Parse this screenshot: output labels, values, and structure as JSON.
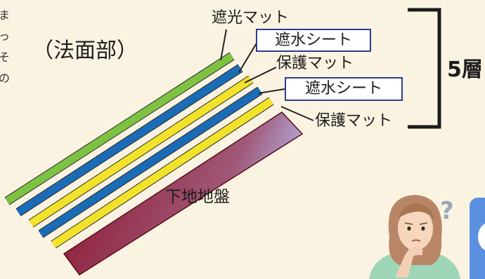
{
  "diagram": {
    "section_label": "（法面部）",
    "layer_count_label": "5層",
    "ground_label": "下地地盤",
    "edge_text": [
      "ま",
      "っ",
      "そ",
      "の"
    ],
    "layers": [
      {
        "label": "遮光マット",
        "boxed": false,
        "color": "#7dc242"
      },
      {
        "label": "遮水シート",
        "boxed": true,
        "color": "#1a6cb6"
      },
      {
        "label": "保護マット",
        "boxed": false,
        "color": "#f2e32a"
      },
      {
        "label": "遮水シート",
        "boxed": true,
        "color": "#1a6cb6"
      },
      {
        "label": "保護マット",
        "boxed": false,
        "color": "#f2e32a"
      }
    ],
    "ground_colors": [
      "#8a1028",
      "#a05878",
      "#b3b0e0"
    ],
    "side_tab_color": "#5b8fe0"
  }
}
